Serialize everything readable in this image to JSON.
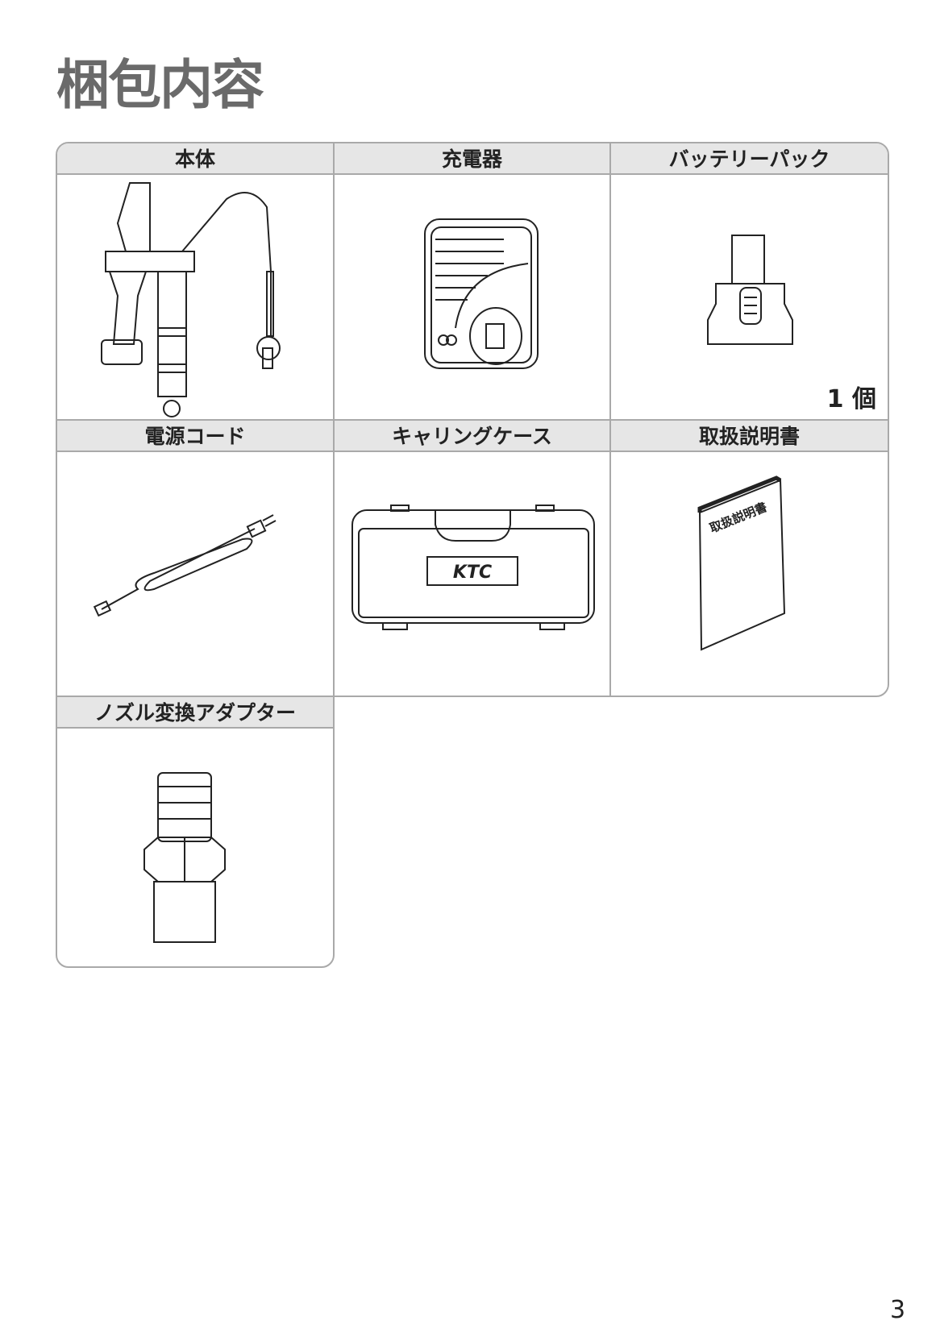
{
  "title": "梱包内容",
  "items": [
    {
      "label": "本体"
    },
    {
      "label": "充電器"
    },
    {
      "label": "バッテリーパック",
      "quantity": "1 個"
    },
    {
      "label": "電源コード"
    },
    {
      "label": "キャリングケース",
      "case_logo": "KTC"
    },
    {
      "label": "取扱説明書",
      "cover_text": "取扱説明書"
    },
    {
      "label": "ノズル変換アダプター"
    }
  ],
  "page_number": "3"
}
